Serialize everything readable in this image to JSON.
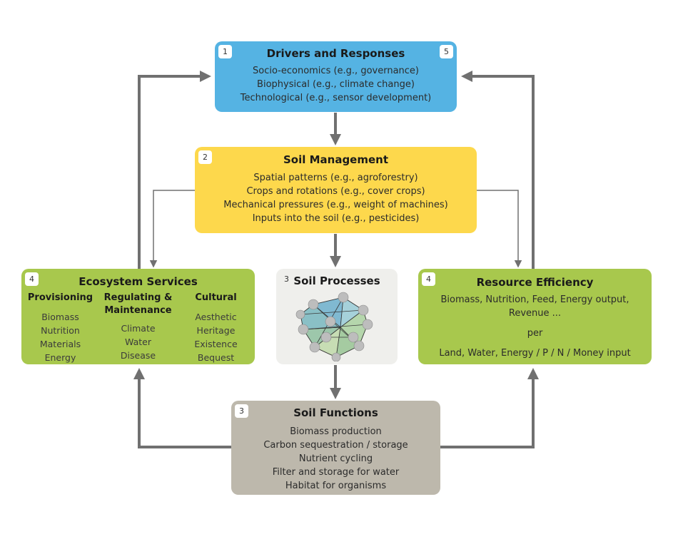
{
  "drivers": {
    "number_left": "1",
    "number_right": "5",
    "title": "Drivers and Responses",
    "lines": [
      "Socio-economics (e.g., governance)",
      "Biophysical (e.g., climate change)",
      "Technological (e.g., sensor development)"
    ]
  },
  "management": {
    "number": "2",
    "title": "Soil Management",
    "lines": [
      "Spatial patterns (e.g., agroforestry)",
      "Crops and rotations (e.g., cover crops)",
      "Mechanical pressures (e.g., weight of machines)",
      "Inputs into the soil (e.g., pesticides)"
    ]
  },
  "ecosystem": {
    "number": "4",
    "title": "Ecosystem Services",
    "provisioning": {
      "heading": "Provisioning",
      "items": [
        "Biomass",
        "Nutrition",
        "Materials",
        "Energy"
      ]
    },
    "regulating": {
      "heading_1": "Regulating &",
      "heading_2": "Maintenance",
      "items": [
        "Climate",
        "Water",
        "Disease"
      ]
    },
    "cultural": {
      "heading": "Cultural",
      "items": [
        "Aesthetic",
        "Heritage",
        "Existence",
        "Bequest"
      ]
    }
  },
  "processes": {
    "number": "3",
    "title": "Soil Processes",
    "graphic": "soil-process-network-graphic"
  },
  "efficiency": {
    "number": "4",
    "title": "Resource Efficiency",
    "lines": [
      "Biomass, Nutrition, Feed, Energy output,",
      "Revenue ...",
      "per",
      "Land, Water, Energy / P / N / Money input"
    ]
  },
  "functions": {
    "number": "3",
    "title": "Soil Functions",
    "lines": [
      "Biomass production",
      "Carbon sequestration / storage",
      "Nutrient cycling",
      "Filter and storage for water",
      "Habitat for organisms"
    ]
  },
  "colors": {
    "drivers": "#55b3e3",
    "management": "#fdd84c",
    "services": "#a8c84d",
    "processes": "#efefec",
    "functions": "#bdb8ac",
    "arrows": "#707070"
  }
}
